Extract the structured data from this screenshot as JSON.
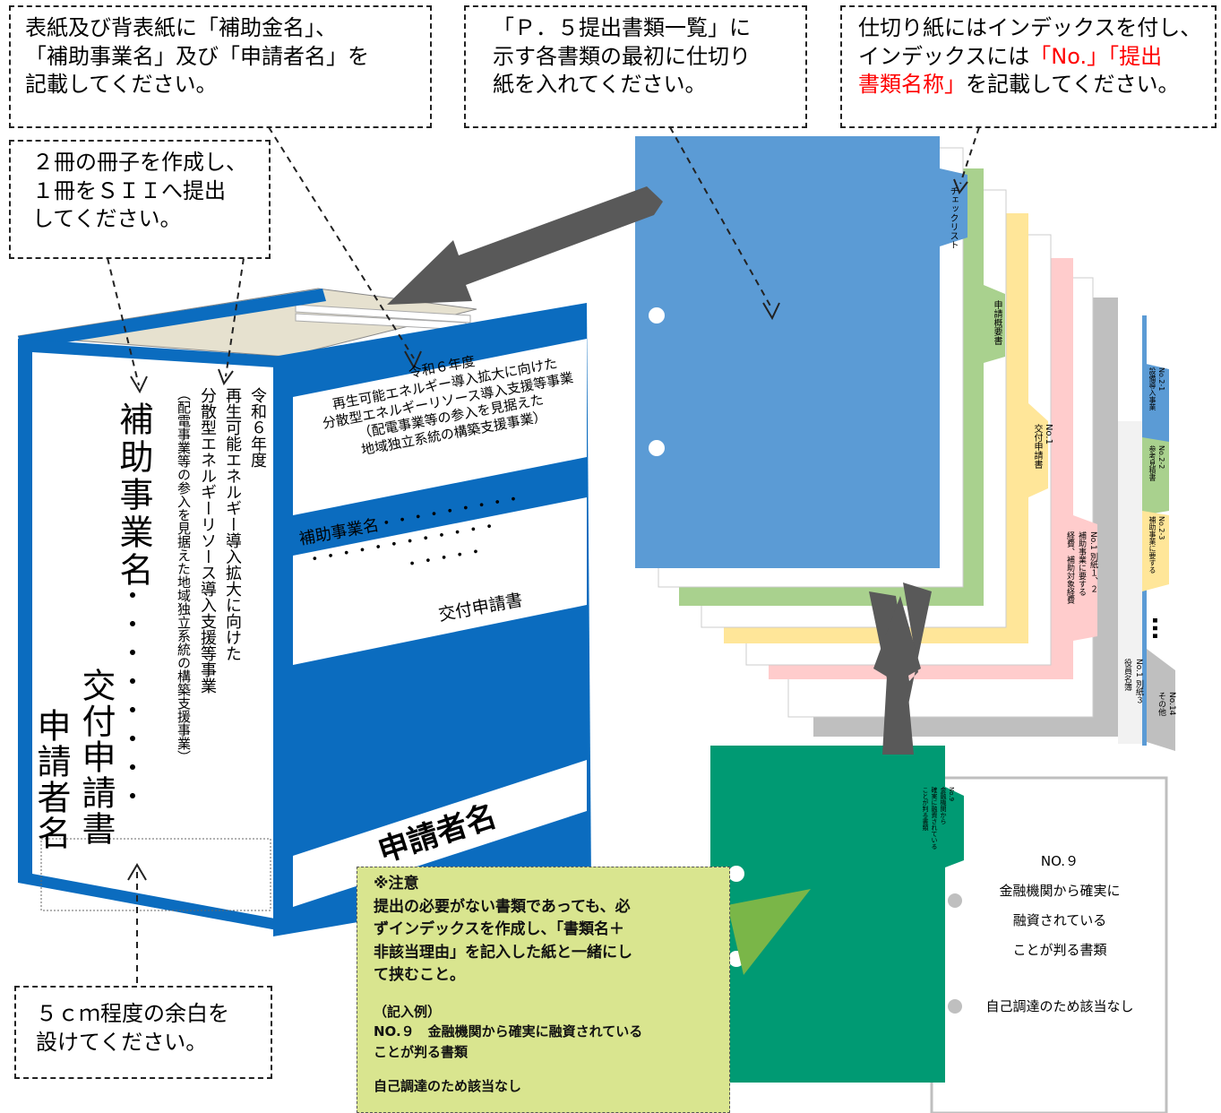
{
  "callouts": {
    "cover": [
      "表紙及び背表紙に「補助金名」、",
      "「補助事業名」及び「申請者名」を",
      "記載してください。"
    ],
    "dividers": [
      "「Ｐ．５提出書類一覧」に",
      "示す各書類の最初に仕切り",
      "紙を入れてください。"
    ],
    "index": {
      "line1": "仕切り紙にはインデックスを付し、",
      "line2_plain": "インデックスには",
      "line2_red": "「No.」「提出",
      "line3_red": "書類名称」",
      "line3_plain": "を記載してください。"
    },
    "copies": [
      "２冊の冊子を作成し、",
      "１冊をＳＩＩへ提出",
      "してください。"
    ],
    "margin": [
      "５ｃｍ程度の余白を",
      "設けてください。"
    ]
  },
  "binder": {
    "spine_title": "補助事業名",
    "spine_dots": "・・・・・・・・",
    "spine_doc": "交付申請書",
    "spine_applicant": "申請者名",
    "spine_subsidy": [
      "令和６年度",
      "再生可能エネルギー導入拡大に向けた",
      "分散型エネルギーリソース導入支援等事業",
      "（配電事業等の参入を見据えた地域独立系統の構築支援事業）"
    ],
    "cover_subsidy": [
      "令和６年度",
      "再生可能エネルギー導入拡大に向けた",
      "分散型エネルギーリソース導入支援等事業",
      "（配電事業等の参入を見据えた",
      "地域独立系統の構築支援事業）"
    ],
    "cover_project": "補助事業名・・・・・・・・・",
    "cover_dots": "・・・・・・・・・・・・",
    "cover_dots2": "・・・・・",
    "cover_doc": "交付申請書",
    "cover_applicant": "申請者名"
  },
  "tabs": {
    "checklist": "チェックリスト",
    "summary": "申請概要書",
    "no1": [
      "No.1",
      "交付申請書"
    ],
    "no1_sep": [
      "No.1 別紙１、２",
      "補助事業に要する",
      "経費、補助対象経費"
    ],
    "no1_sep3": [
      "No.1 別紙３",
      "役員名簿"
    ],
    "no2_1": [
      "No.2-1",
      "設備導入事業"
    ],
    "no2_2": [
      "No.2-2",
      "参考見積書"
    ],
    "no2_3": [
      "No.2-3",
      "補助事業に要する"
    ],
    "no14": [
      "No.14",
      "その他"
    ],
    "ellipsis": "…",
    "green_tab": [
      "No.9",
      "金融機関から",
      "確実に融資されている",
      "ことが判る書類"
    ]
  },
  "sample_page": {
    "title": "NO.９",
    "lines": [
      "金融機関から確実に",
      "融資されている",
      "ことが判る書類"
    ],
    "reason": "自己調達のため該当なし"
  },
  "note": {
    "heading": "※注意",
    "body": [
      "提出の必要がない書類であっても、必",
      "ずインデックスを作成し、「書類名＋",
      "非該当理由」を記入した紙と一緒にし",
      "て挟むこと。"
    ],
    "example_label": "（記入例）",
    "example_lines": [
      "NO.９　金融機関から確実に融資されている",
      "ことが判る書類"
    ],
    "example_reason": "自己調達のため該当なし"
  },
  "colors": {
    "binder": "#0b6cbf",
    "blue_tab": "#5b9bd5",
    "green_tab": "#a9d18e",
    "yellow_tab": "#ffe699",
    "pink_tab": "#ffcccc",
    "gray_tab": "#bfbfbf",
    "dark_green": "#009a73",
    "note_bg": "#d9e58f",
    "arrow": "#595959",
    "red_text": "#ff0000"
  }
}
